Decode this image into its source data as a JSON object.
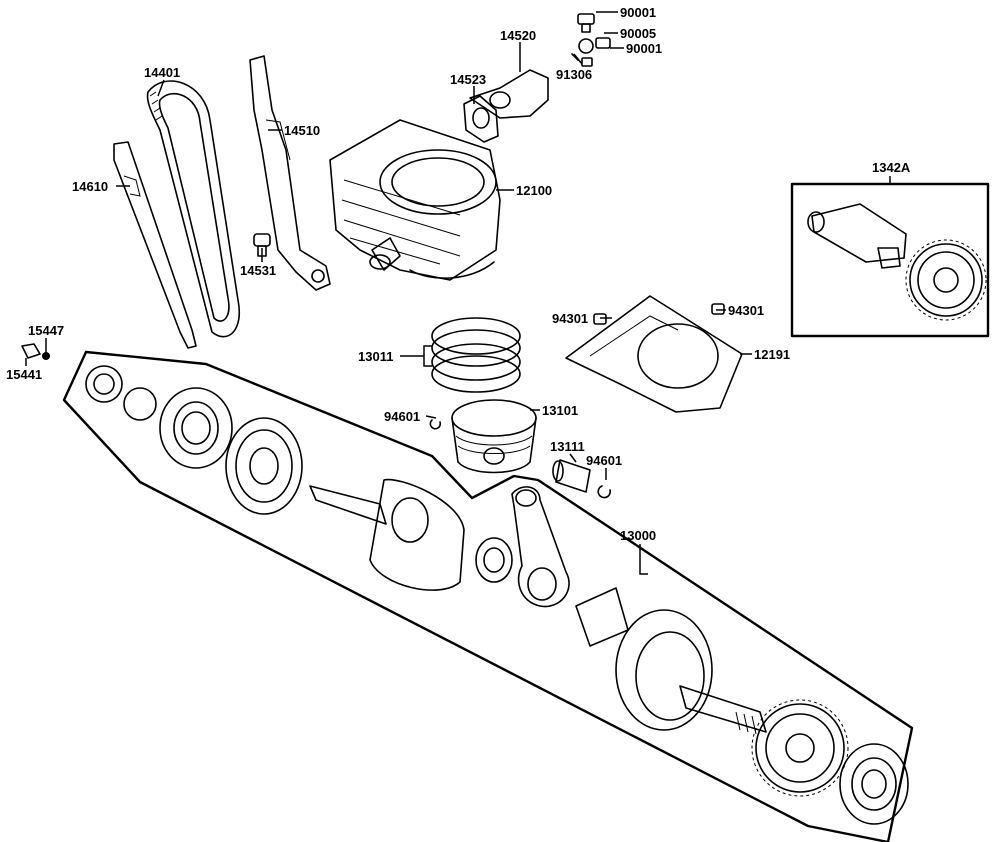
{
  "diagram": {
    "parts": {
      "p90001a": "90001",
      "p90005": "90005",
      "p90001b": "90001",
      "p91306": "91306",
      "p14520": "14520",
      "p14523": "14523",
      "p14401": "14401",
      "p14510": "14510",
      "p14610": "14610",
      "p14531": "14531",
      "p12100": "12100",
      "p1342A": "1342A",
      "p15447": "15447",
      "p15441": "15441",
      "p13011": "13011",
      "p94301a": "94301",
      "p94301b": "94301",
      "p12191": "12191",
      "p94601a": "94601",
      "p13101": "13101",
      "p13111": "13111",
      "p94601b": "94601",
      "p13000": "13000"
    }
  }
}
